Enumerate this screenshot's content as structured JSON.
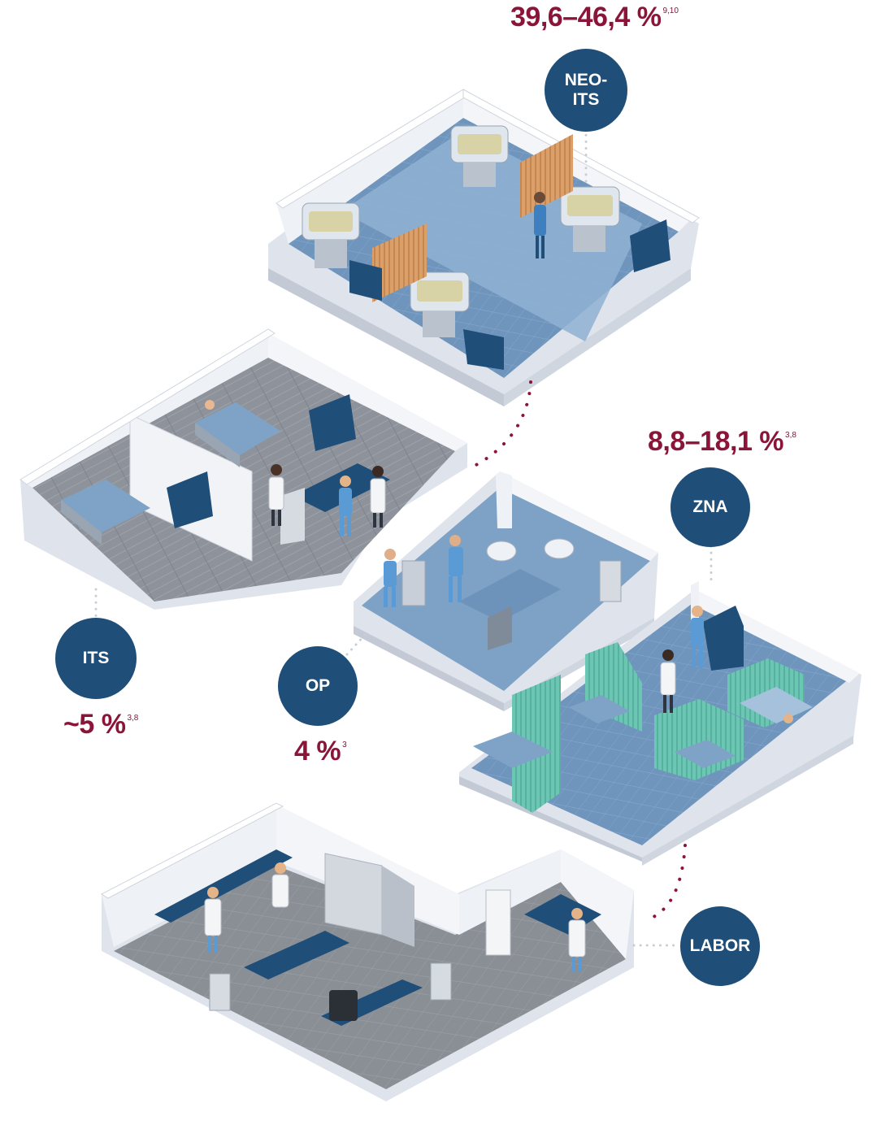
{
  "departments": {
    "neo_its": {
      "label": "NEO-\nITS",
      "value": "39,6–46,4 %",
      "refs": "9,10"
    },
    "zna": {
      "label": "ZNA",
      "value": "8,8–18,1 %",
      "refs": "3,8"
    },
    "its": {
      "label": "ITS",
      "value": "~5 %",
      "refs": "3,8"
    },
    "op": {
      "label": "OP",
      "value": "4 %",
      "refs": "3"
    },
    "labor": {
      "label": "LABOR"
    }
  },
  "colors": {
    "circle": "#1f4e79",
    "value_text": "#8a1538",
    "connector": "#8a1538",
    "connector_grey": "#c9ced6",
    "floor_blue": "#7fa3c7",
    "floor_grey": "#8b9098",
    "wall": "#e9ecf1",
    "curtain_green": "#6cc6b4",
    "curtain_orange": "#d89a62",
    "furniture": "#1f4e79"
  }
}
